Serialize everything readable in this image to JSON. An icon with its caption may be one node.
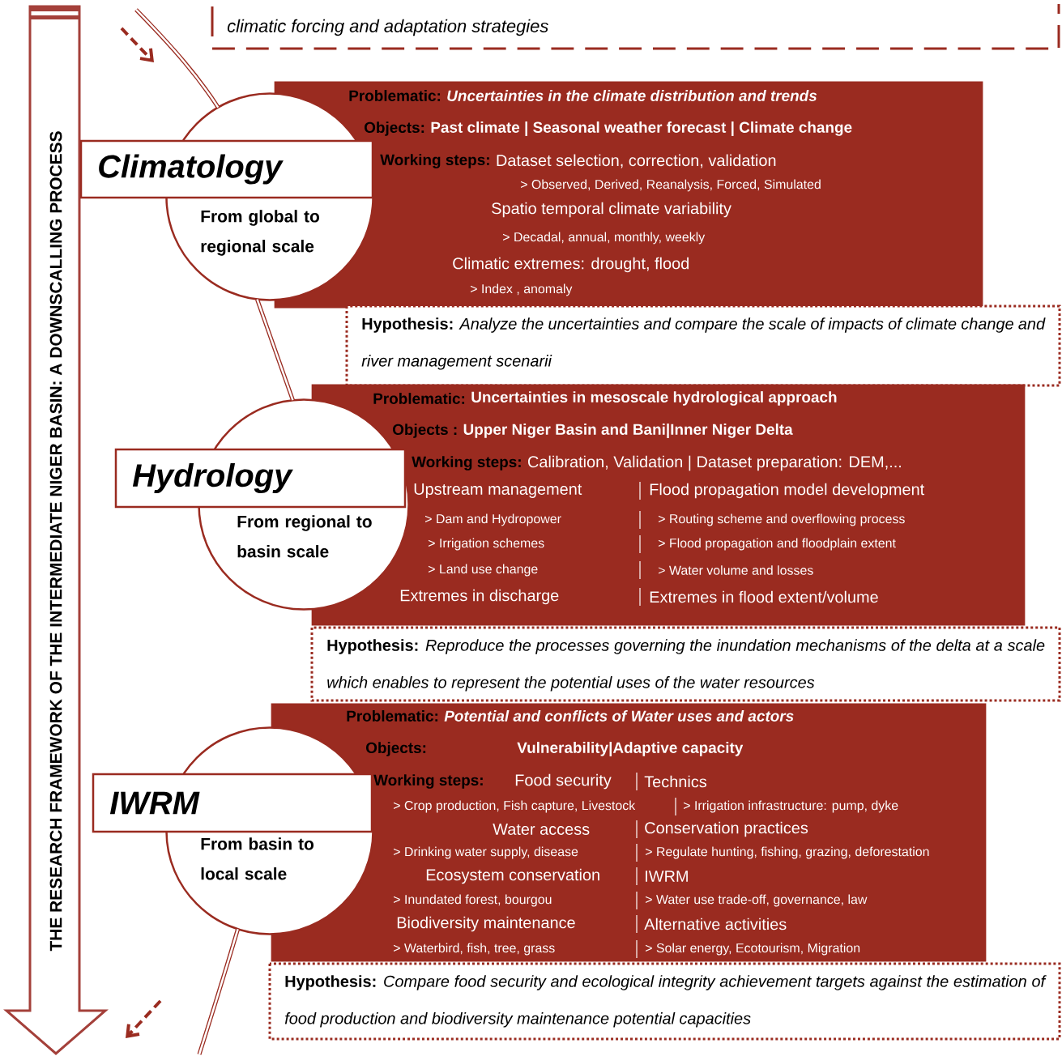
{
  "diagram": {
    "nodes": [
      {
        "text": [
          "climatic forcing and adaptation strategies"
        ]
      },
      {
        "text": [
          "THE RESEARCH FRAMEWORK OF THE INTERMEDIATE NIGER BASIN:  A DOWNSCALLING PROCESS"
        ]
      },
      {
        "text": [
          "Climatology",
          "From global to regional scale"
        ]
      },
      {
        "text": [
          "Problematic:",
          "Uncertainties in the climate distribution and trends",
          "Objects:",
          "Past climate | Seasonal weather forecast | Climate change",
          "Working steps:",
          "Dataset selection, correction, validation",
          "> Observed, Derived, Reanalysis, Forced, Simulated",
          "Spatio temporal climate variability",
          "> Decadal, annual, monthly, weekly",
          "Climatic extremes: drought, flood",
          "> Index , anomaly"
        ]
      },
      {
        "text": [
          "Hypothesis:",
          "Analyze the uncertainties and compare the scale of impacts of climate change and river management scenarii"
        ]
      },
      {
        "text": [
          "Hydrology",
          "From regional to basin scale"
        ]
      },
      {
        "text": [
          "Problematic:",
          "Uncertainties in mesoscale hydrological approach",
          "Objects :",
          "Upper Niger Basin and Bani|Inner Niger Delta",
          "Working steps:",
          "Calibration, Validation | Dataset preparation: DEM,...",
          "Upstream management",
          "Flood propagation model development",
          "> Dam and Hydropower",
          "> Routing scheme and overflowing process",
          "> Irrigation schemes",
          "> Flood propagation and floodplain extent",
          "> Land use change",
          "> Water volume and losses",
          "Extremes in discharge",
          "Extremes in flood extent/volume"
        ]
      },
      {
        "text": [
          "Hypothesis:",
          "Reproduce the processes governing the inundation mechanisms of the delta at a scale which enables to represent the potential uses of the water resources"
        ]
      },
      {
        "text": [
          "IWRM",
          "From basin to local scale"
        ]
      },
      {
        "text": [
          "Problematic:",
          "Potential and conflicts of Water uses and actors",
          "Objects:",
          "Vulnerability|Adaptive capacity",
          "Working steps:",
          "Food security",
          "Technics",
          "> Crop production, Fish capture, Livestock",
          "> Irrigation infrastructure: pump, dyke",
          "Water access",
          "Conservation practices",
          "> Drinking water supply, disease",
          "> Regulate hunting, fishing, grazing, deforestation",
          "Ecosystem conservation",
          "IWRM",
          "> Inundated forest, bourgou",
          "> Water use trade-off, governance, law",
          "Biodiversity maintenance",
          "Alternative activities",
          "> Waterbird, fish, tree, grass",
          "> Solar energy, Ecotourism, Migration"
        ]
      },
      {
        "text": [
          "Hypothesis:",
          "Compare food security and ecological integrity achievement targets against the estimation of food production and biodiversity maintenance potential capacities"
        ]
      }
    ],
    "edges": [
      {
        "from": null,
        "to": 2,
        "arrow": "none"
      },
      {
        "from": 2,
        "to": 5,
        "arrow": "none"
      },
      {
        "from": 8,
        "to": null,
        "arrow": "none"
      }
    ]
  }
}
